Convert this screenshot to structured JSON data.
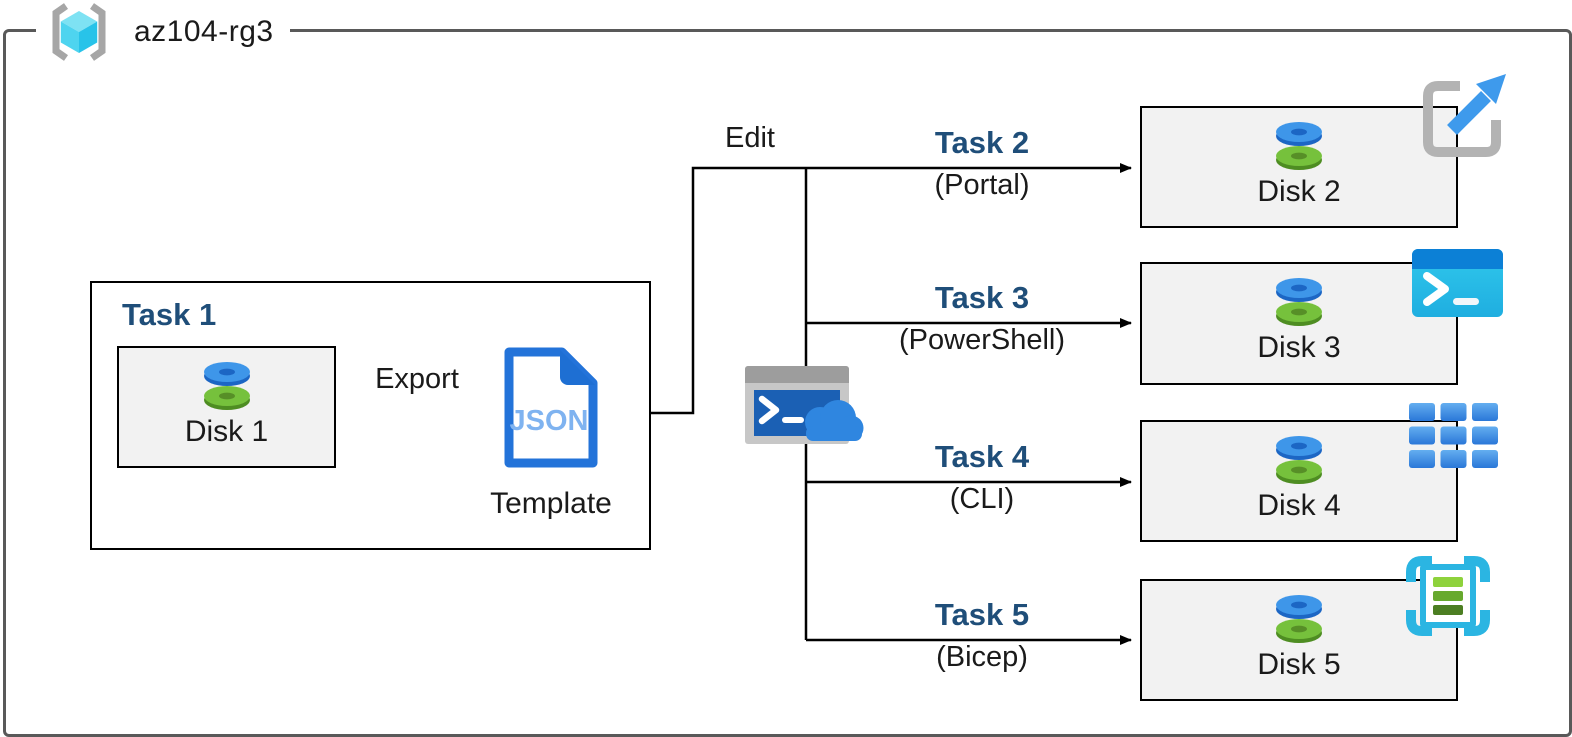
{
  "resource_group": {
    "name": "az104-rg3"
  },
  "task1": {
    "title": "Task 1",
    "disk_label": "Disk 1",
    "export_label": "Export",
    "json_label": "JSON",
    "template_label": "Template"
  },
  "edit_label": "Edit",
  "tasks": [
    {
      "title": "Task 2",
      "method": "(Portal)",
      "disk_label": "Disk 2",
      "icon": "azure-portal-icon"
    },
    {
      "title": "Task 3",
      "method": "(PowerShell)",
      "disk_label": "Disk 3",
      "icon": "powershell-icon"
    },
    {
      "title": "Task 4",
      "method": "(CLI)",
      "disk_label": "Disk 4",
      "icon": "cli-icon"
    },
    {
      "title": "Task 5",
      "method": "(Bicep)",
      "disk_label": "Disk 5",
      "icon": "bicep-icon"
    }
  ],
  "icons": [
    "resource-group-icon",
    "managed-disk-icon",
    "json-template-icon",
    "cloud-shell-icon",
    "azure-portal-icon",
    "powershell-icon",
    "cli-icon",
    "bicep-icon"
  ],
  "colors": {
    "task_title_blue": "#1F4E79",
    "disk_box_fill": "#F2F2F2",
    "box_border": "#000000",
    "group_border": "#595959",
    "azure_blue": "#2F86E0",
    "json_outline": "#2373D9",
    "disk_blue": "#3E96E9",
    "disk_green": "#76C13C",
    "cyan_cube": "#4ED4EF"
  }
}
